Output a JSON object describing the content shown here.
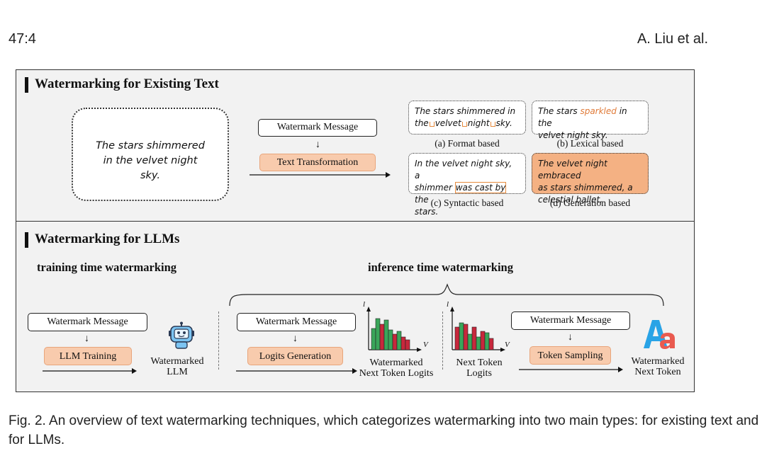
{
  "header": {
    "page_number": "47:4",
    "authors": "A. Liu et al."
  },
  "existing_text": {
    "title": "Watermarking for Existing Text",
    "source_text": "The stars shimmered in the velvet night sky.",
    "message_label": "Watermark Message",
    "transform_label": "Text Transformation",
    "examples": [
      {
        "type": "format",
        "line1a": "The stars shimmered in",
        "line2a": "the",
        "line2b": "velvet",
        "line2c": "night",
        "line2d": "sky.",
        "label": "(a) Format based"
      },
      {
        "type": "lexical",
        "before": "The stars ",
        "highlight": "sparkled",
        "after": " in the",
        "line2": "velvet night sky.",
        "label": "(b) Lexical based"
      },
      {
        "type": "syntactic",
        "line1": "In the velvet night sky, a",
        "pre": "shimmer",
        "highlight": "was cast by",
        "post": "the",
        "line3": "stars.",
        "label": "(c) Syntactic based"
      },
      {
        "type": "generation",
        "line1": "The velvet night embraced",
        "line2": "as stars shimmered, a",
        "line3": "celestial ballet.",
        "label": "(d) Generation based"
      }
    ]
  },
  "llm": {
    "title": "Watermarking for LLMs",
    "training": {
      "title": "training time watermarking",
      "message_label": "Watermark Message",
      "process_label": "LLM Training",
      "output_line1": "Watermarked",
      "output_line2": "LLM"
    },
    "inference": {
      "title": "inference time watermarking",
      "logits": {
        "message_label": "Watermark Message",
        "process_label": "Logits Generation",
        "output_line1": "Watermarked",
        "output_line2": "Next Token Logits",
        "axis_y": "l",
        "axis_x": "V"
      },
      "next_logits": {
        "line1": "Next Token",
        "line2": "Logits",
        "axis_y": "l",
        "axis_x": "V"
      },
      "sampling": {
        "message_label": "Watermark Message",
        "process_label": "Token Sampling",
        "output_line1": "Watermarked",
        "output_line2": "Next Token"
      }
    }
  },
  "caption": "Fig. 2.  An overview of text watermarking techniques, which categorizes watermarking into two main types: for existing text and for LLMs.",
  "colors": {
    "orange_fill": "#f8cbad",
    "gen_fill": "#f4b183",
    "green_bar": "#3aa65a",
    "red_bar": "#c8283c",
    "highlight": "#e07b39"
  },
  "icons": [
    "robot-icon",
    "letter-a-icon",
    "logits-chart-icon"
  ]
}
